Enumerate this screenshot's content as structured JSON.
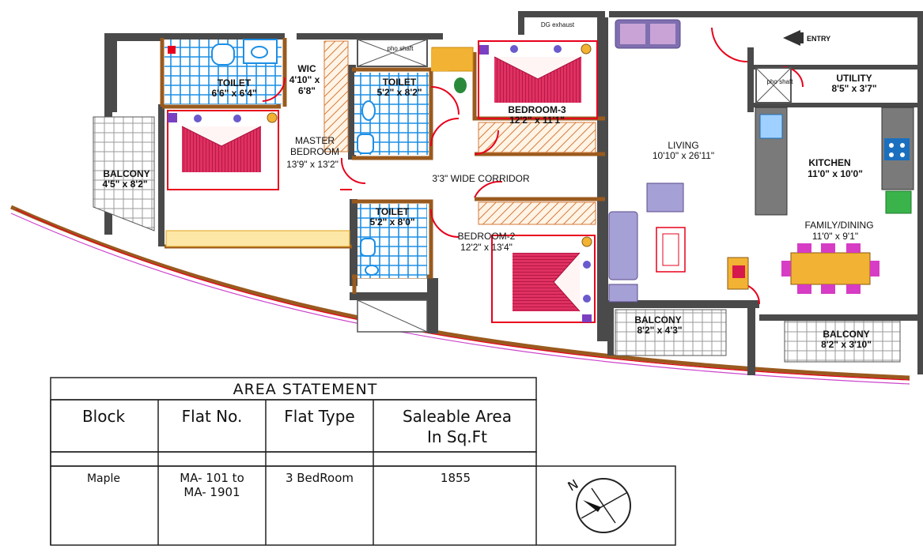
{
  "plan": {
    "rooms": {
      "toilet_master": {
        "name": "TOILET",
        "size": "6'6\" x 6'4\""
      },
      "wic": {
        "name": "WIC",
        "size_1": "4'10\" x",
        "size_2": "6'8\""
      },
      "toilet_mid": {
        "name": "TOILET",
        "size": "5'2\" x 8'2\""
      },
      "bedroom3": {
        "name": "BEDROOM-3",
        "size": "12'2\" x 11'1\""
      },
      "master": {
        "name_1": "MASTER",
        "name_2": "BEDROOM",
        "size": "13'9\" x 13'2\""
      },
      "balcony_left": {
        "name": "BALCONY",
        "size": "4'5\" x 8'2\""
      },
      "corridor": {
        "name": "3'3\" WIDE CORRIDOR"
      },
      "toilet_lower": {
        "name": "TOILET",
        "size": "5'2\" x 8'0\""
      },
      "bedroom2": {
        "name": "BEDROOM-2",
        "size": "12'2\" x 13'4\""
      },
      "living": {
        "name": "LIVING",
        "size": "10'10\" x 26'11\""
      },
      "utility": {
        "name": "UTILITY",
        "size": "8'5\" x 3'7\""
      },
      "kitchen": {
        "name": "KITCHEN",
        "size": "11'0\" x 10'0\""
      },
      "family": {
        "name": "FAMILY/DINING",
        "size": "11'0\" x 9'1\""
      },
      "balcony_mid": {
        "name": "BALCONY",
        "size": "8'2\" x 4'3\""
      },
      "balcony_right": {
        "name": "BALCONY",
        "size": "8'2\" x 3'10\""
      }
    },
    "small_labels": {
      "pho_shaft_mid": "pho shaft",
      "pho_shaft_util": "pho shaft",
      "dg_exhaust": "DG exhaust"
    },
    "entry_label": "ENTRY",
    "colors": {
      "wall": "#4a4a4a",
      "door": "#e8001c",
      "wall_wood": "#9a5a1e",
      "toilet_tile": "#1b8fe6",
      "bed": "#d6194c",
      "furniture": "#f2b233",
      "sofa": "#7f6fb0"
    }
  },
  "area_statement": {
    "title": "AREA STATEMENT",
    "headers": {
      "block": "Block",
      "flat_no": "Flat No.",
      "flat_type": "Flat Type",
      "saleable_1": "Saleable Area",
      "saleable_2": "In Sq.Ft"
    },
    "row": {
      "block": "Maple",
      "flat_no_1": "MA- 101 to",
      "flat_no_2": "MA- 1901",
      "flat_type": "3 BedRoom",
      "area": "1855"
    }
  },
  "compass": {
    "label": "N"
  }
}
